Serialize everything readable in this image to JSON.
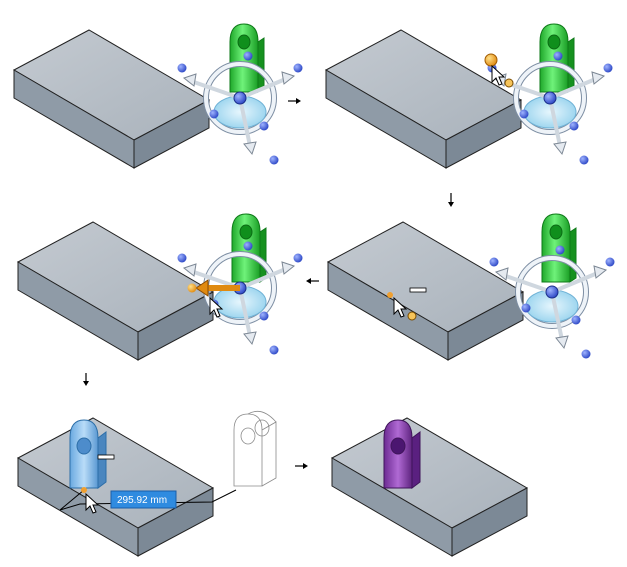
{
  "panels": [
    {
      "id": "step-1",
      "description_name": "block-with-steering-wheel"
    },
    {
      "id": "step-2",
      "description_name": "select-steering-wheel-handle"
    },
    {
      "id": "step-3",
      "description_name": "wheel-on-face"
    },
    {
      "id": "step-4",
      "description_name": "drag-primary-axis"
    },
    {
      "id": "step-5",
      "description_name": "position-with-dimension"
    },
    {
      "id": "step-6",
      "description_name": "result-part-placed"
    }
  ],
  "dimension": {
    "value": "295.92 mm"
  },
  "colors": {
    "block_top": "#b7bec6",
    "block_front": "#8e9aa6",
    "block_side": "#7a8794",
    "edge": "#1a1a1a",
    "wheel_ring": "#e8eef5",
    "wheel_disk": "#bfe6f7",
    "handle_dot": "#3b5bd6",
    "green_part": "#2ecc3a",
    "blue_part": "#8ec4f0",
    "purple_part": "#8a3db0",
    "orange_accent": "#f0a030",
    "label_bg": "#2f8be0"
  },
  "icons": [
    "arrow-right-icon",
    "arrow-down-icon",
    "arrow-left-icon",
    "cursor-icon",
    "steering-wheel-icon",
    "pointer-hand-icon"
  ]
}
